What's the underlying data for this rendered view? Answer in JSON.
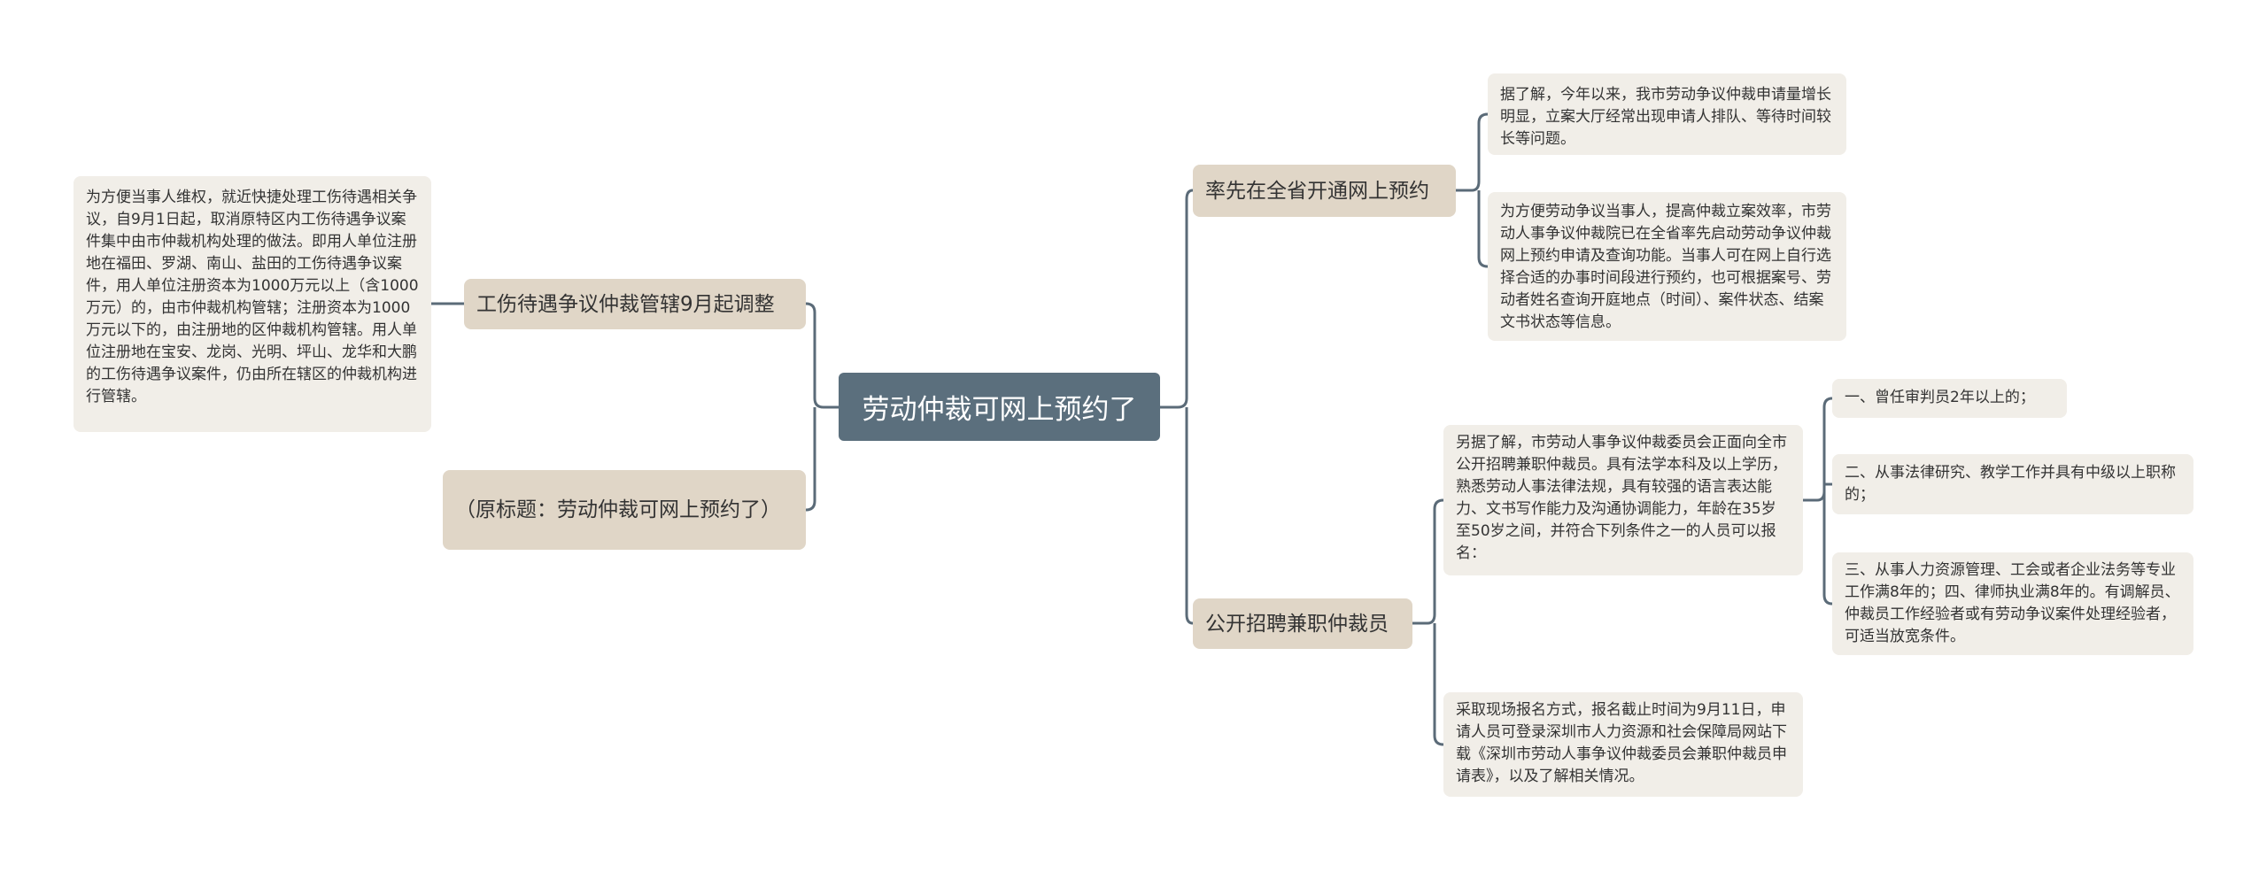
{
  "root": {
    "label": "劳动仲裁可网上预约了"
  },
  "left": [
    {
      "label": "工伤待遇争议仲裁管辖9月起调整",
      "note": "为方便当事人维权，就近快捷处理工伤待遇相关争议，自9月1日起，取消原特区内工伤待遇争议案件集中由市仲裁机构处理的做法。即用人单位注册地在福田、罗湖、南山、盐田的工伤待遇争议案件，用人单位注册资本为1000万元以上（含1000万元）的，由市仲裁机构管辖；注册资本为1000万元以下的，由注册地的区仲裁机构管辖。用人单位注册地在宝安、龙岗、光明、坪山、龙华和大鹏的工伤待遇争议案件，仍由所在辖区的仲裁机构进行管辖。"
    },
    {
      "label": "（原标题：劳动仲裁可网上预约了）"
    }
  ],
  "right": [
    {
      "label": "率先在全省开通网上预约",
      "notes": [
        "据了解，今年以来，我市劳动争议仲裁申请量增长明显，立案大厅经常出现申请人排队、等待时间较长等问题。",
        "为方便劳动争议当事人，提高仲裁立案效率，市劳动人事争议仲裁院已在全省率先启动劳动争议仲裁网上预约申请及查询功能。当事人可在网上自行选择合适的办事时间段进行预约，也可根据案号、劳动者姓名查询开庭地点（时间）、案件状态、结案文书状态等信息。"
      ]
    },
    {
      "label": "公开招聘兼职仲裁员",
      "notes": [
        "另据了解，市劳动人事争议仲裁委员会正面向全市公开招聘兼职仲裁员。具有法学本科及以上学历，熟悉劳动人事法律法规，具有较强的语言表达能力、文书写作能力及沟通协调能力，年龄在35岁至50岁之间，并符合下列条件之一的人员可以报名：",
        "采取现场报名方式，报名截止时间为9月11日，申请人员可登录深圳市人力资源和社会保障局网站下载《深圳市劳动人事争议仲裁委员会兼职仲裁员申请表》，以及了解相关情况。"
      ],
      "conditions": [
        "一、曾任审判员2年以上的；",
        "二、从事法律研究、教学工作并具有中级以上职称的；",
        "三、从事人力资源管理、工会或者企业法务等专业工作满8年的；四、律师执业满8年的。有调解员、仲裁员工作经验者或有劳动争议案件处理经验者，可适当放宽条件。"
      ]
    }
  ],
  "colors": {
    "root": "#5b6f7d",
    "branch": "#e0d6c7",
    "note": "#f1eee8",
    "line": "#5b6b78"
  }
}
